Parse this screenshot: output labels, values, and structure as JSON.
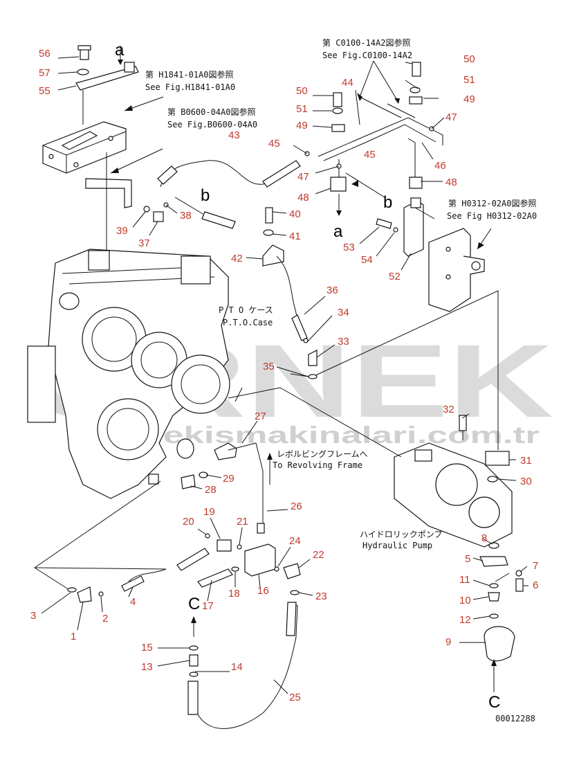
{
  "watermark": {
    "brand": "ÖRNEK",
    "url": "ornekismakinalari.com.tr"
  },
  "refs": {
    "h1841_jp": "第 H1841-01A0図参照",
    "h1841_en": "See Fig.H1841-01A0",
    "b0600_jp": "第 B0600-04A0図参照",
    "b0600_en": "See Fig.B0600-04A0",
    "c0100_jp": "第 C0100-14A2図参照",
    "c0100_en": "See Fig.C0100-14A2",
    "h0312_jp": "第 H0312-02A0図参照",
    "h0312_en": "See Fig H0312-02A0"
  },
  "labels": {
    "pto_jp": "P T O ケース",
    "pto_en": "P.T.O.Case",
    "rev_jp": "レボルビングフレームへ",
    "rev_en": "To Revolving Frame",
    "pump_jp": "ハイドロリックポンプ",
    "pump_en": "Hydraulic Pump",
    "view_a_top": "a",
    "view_a_bottom": "a",
    "view_b_left": "b",
    "view_b_right": "b",
    "view_c_left": "C",
    "view_c_right": "C",
    "drawing_no": "00012288"
  },
  "part_numbers": [
    "56",
    "57",
    "55",
    "50",
    "51",
    "49",
    "44",
    "50",
    "51",
    "49",
    "47",
    "45",
    "46",
    "43",
    "45",
    "47",
    "48",
    "48",
    "39",
    "38",
    "37",
    "40",
    "41",
    "42",
    "53",
    "54",
    "52",
    "36",
    "34",
    "33",
    "35",
    "32",
    "31",
    "30",
    "27",
    "26",
    "29",
    "28",
    "20",
    "19",
    "21",
    "24",
    "22",
    "23",
    "18",
    "16",
    "17",
    "4",
    "2",
    "3",
    "1",
    "15",
    "13",
    "14",
    "25",
    "8",
    "5",
    "7",
    "6",
    "11",
    "10",
    "12",
    "9"
  ]
}
